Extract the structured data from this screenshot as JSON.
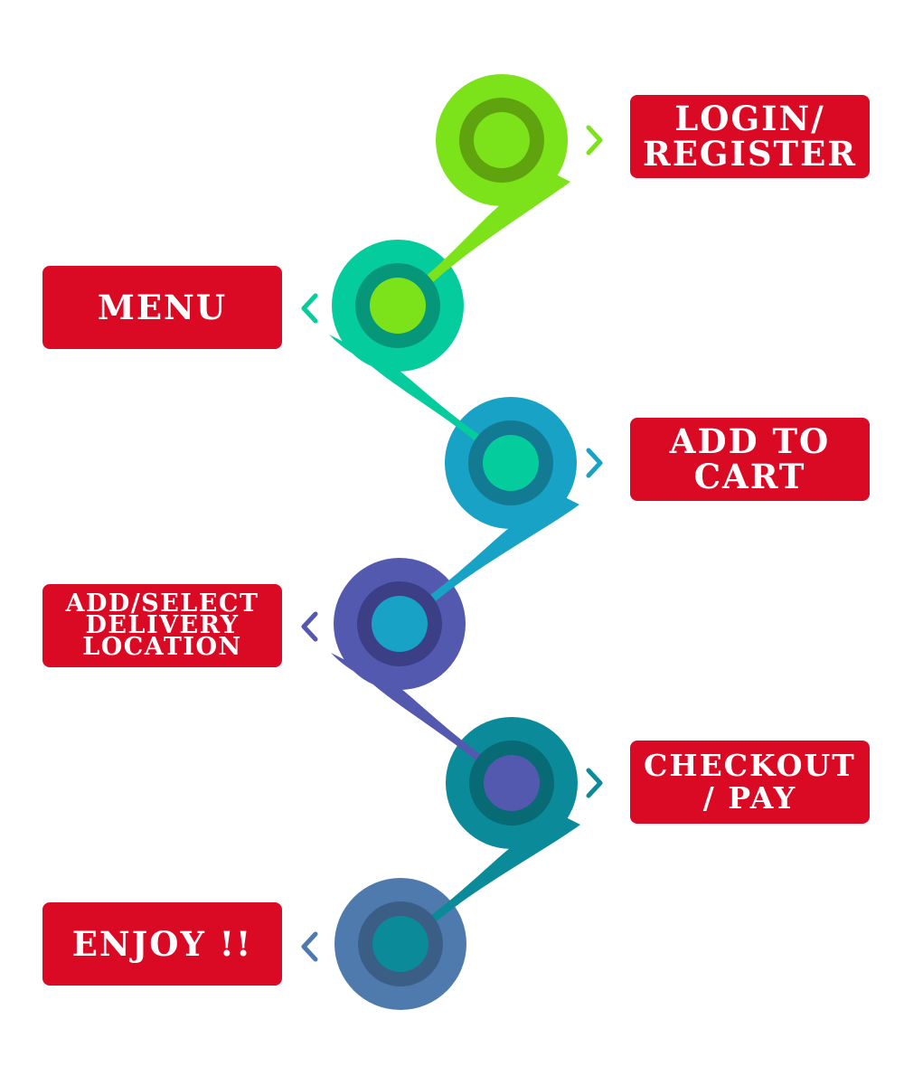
{
  "steps": [
    {
      "label": "LOGIN/\nREGISTER",
      "color": "#7ce21a",
      "ring": "#5fa30f"
    },
    {
      "label": "MENU",
      "color": "#05cc9c",
      "ring": "#06977a"
    },
    {
      "label": "ADD TO\nCART",
      "color": "#17a2c6",
      "ring": "#137a93"
    },
    {
      "label": "ADD/SELECT\nDELIVERY\nLOCATION",
      "color": "#5459b0",
      "ring": "#3c3f86"
    },
    {
      "label": "CHECKOUT\n/ PAY",
      "color": "#0b8a9a",
      "ring": "#086a74"
    },
    {
      "label": "ENJOY !!",
      "color": "#4f7aad",
      "ring": "#3b5e86"
    }
  ],
  "label_color": "#db0a24",
  "icons": {
    "right": "chevron-right-icon",
    "left": "chevron-left-icon"
  }
}
